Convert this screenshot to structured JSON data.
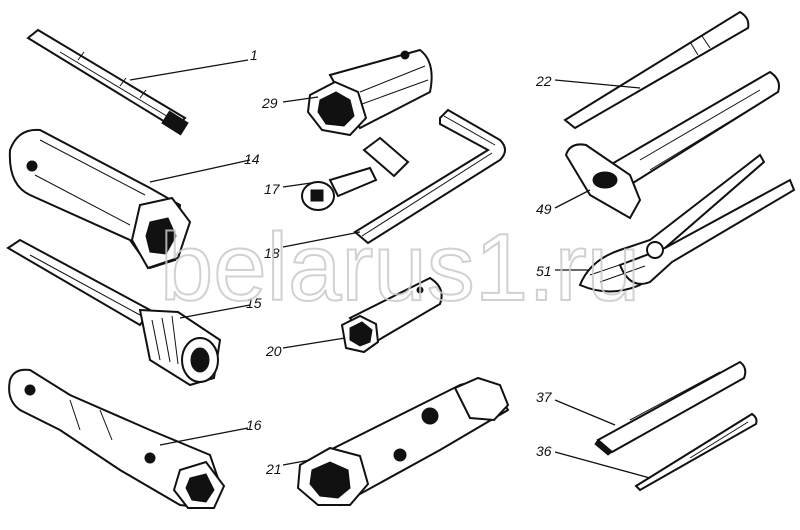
{
  "watermark": "belarus1.ru",
  "labels": {
    "l1": "1",
    "l14": "14",
    "l15": "15",
    "l16": "16",
    "l17": "17",
    "l18": "18",
    "l20": "20",
    "l21": "21",
    "l22": "22",
    "l29": "29",
    "l36": "36",
    "l37": "37",
    "l49": "49",
    "l51": "51"
  },
  "colors": {
    "ink": "#111111",
    "watermark": "#c9c9c9",
    "paper": "#ffffff"
  }
}
